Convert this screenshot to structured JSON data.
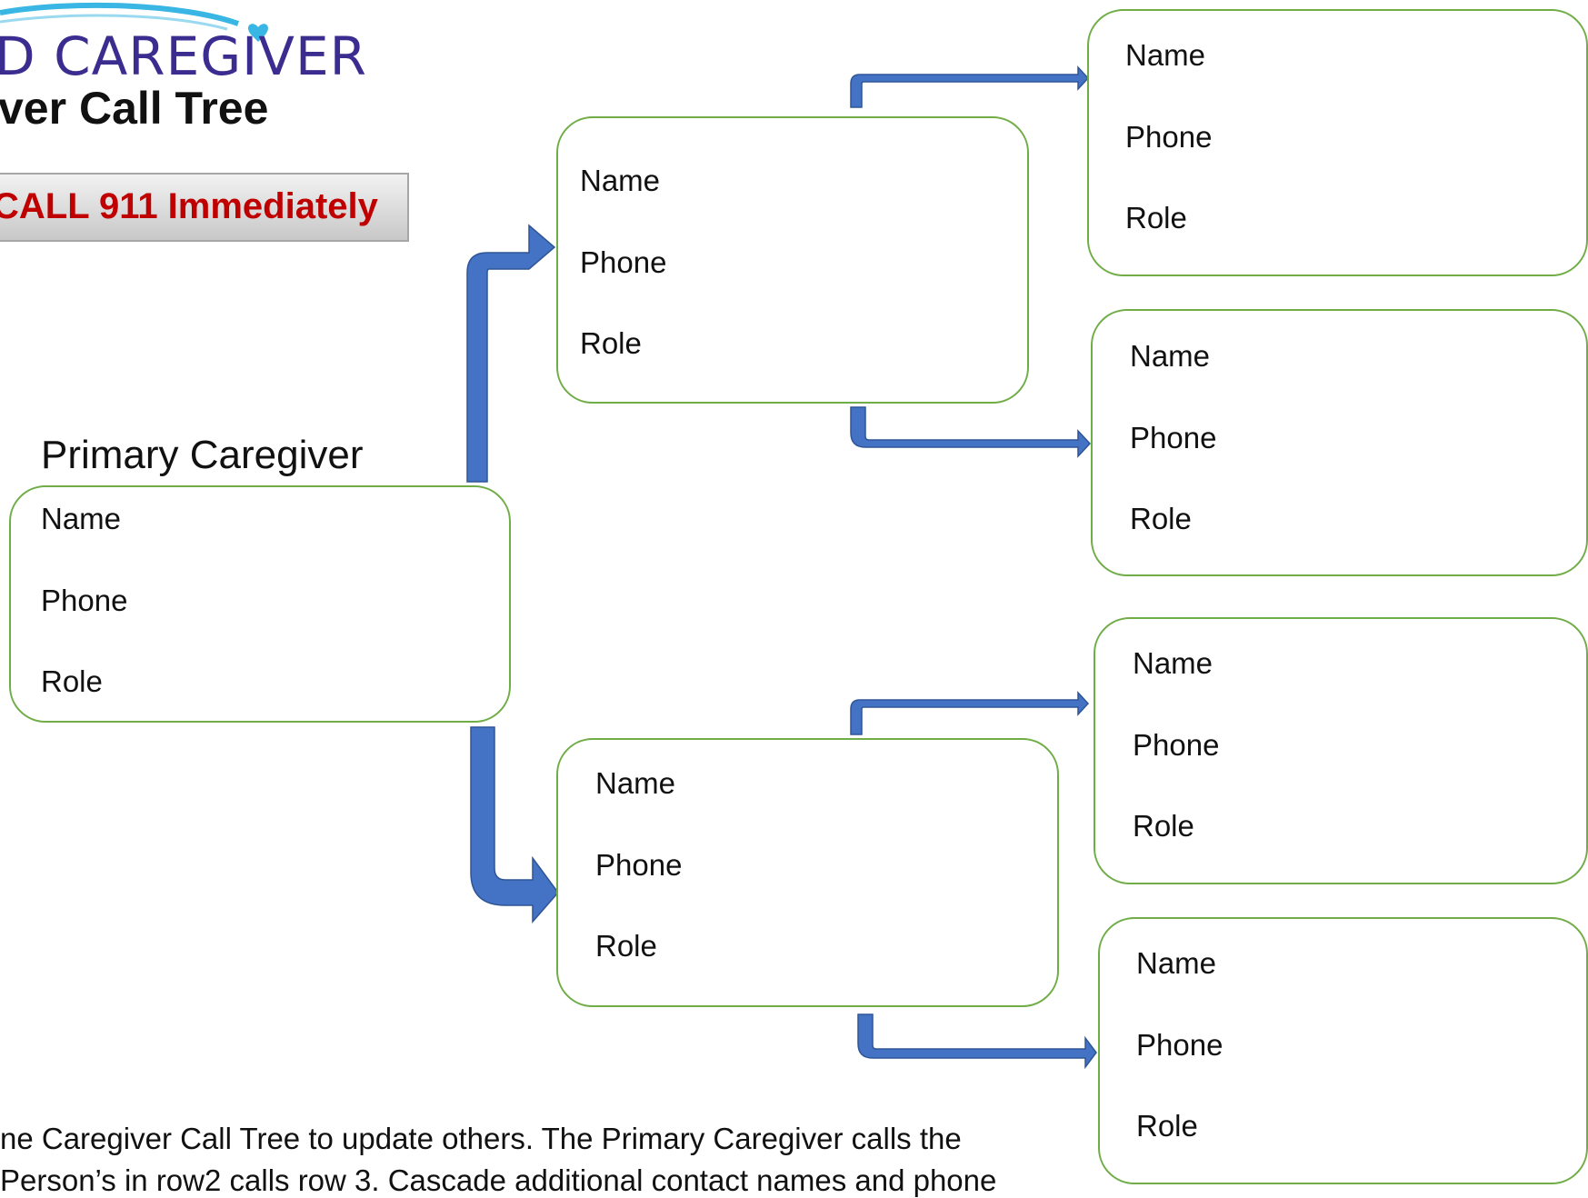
{
  "brand": {
    "logo_text": "D CAREGIVER"
  },
  "page": {
    "title": "ver Call Tree"
  },
  "alert": {
    "text": "CALL 911 Immediately",
    "color": "#c00000"
  },
  "primary": {
    "label": "Primary Caregiver"
  },
  "fields": {
    "name": "Name",
    "phone": "Phone",
    "role": "Role"
  },
  "colors": {
    "card_border": "#70ad47",
    "arrow": "#4472c4"
  },
  "footer": {
    "line1": "ne Caregiver Call Tree to update others.  The Primary Caregiver calls the",
    "line2": "Person’s in row2 calls row 3. Cascade additional contact names and phone"
  }
}
